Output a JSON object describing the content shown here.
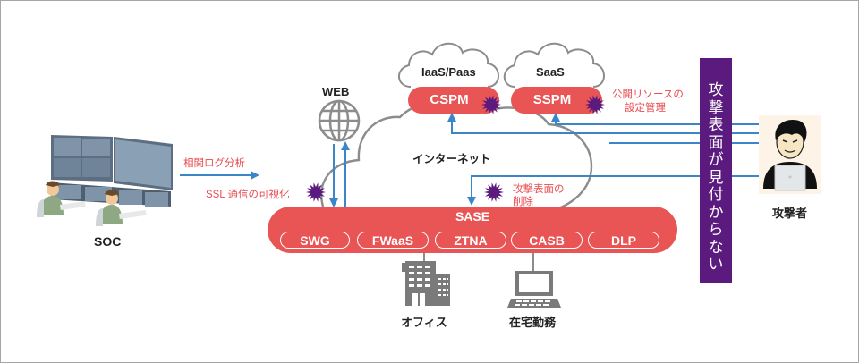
{
  "soc": {
    "label": "SOC"
  },
  "flows": {
    "correlation_log_analysis": "相関ログ分析",
    "ssl_visibility": "SSL 通信の可視化"
  },
  "web": {
    "label": "WEB"
  },
  "internet": {
    "label": "インターネット"
  },
  "clouds": [
    {
      "name": "IaaS/Paas",
      "service": "CSPM"
    },
    {
      "name": "SaaS",
      "service": "SSPM"
    }
  ],
  "annotations": {
    "public_resource_config": [
      "公開リソースの",
      "設定管理"
    ],
    "attack_surface_removal": [
      "攻撃表面の",
      "削除"
    ]
  },
  "sase": {
    "label": "SASE",
    "components": [
      "SWG",
      "FWaaS",
      "ZTNA",
      "CASB",
      "DLP"
    ]
  },
  "endpoints": {
    "office": "オフィス",
    "remote_work": "在宅勤務"
  },
  "barrier": {
    "label": [
      "攻",
      "撃",
      "表",
      "面",
      "が",
      "見",
      "付",
      "か",
      "ら",
      "な",
      "い"
    ]
  },
  "attacker": {
    "label": "攻撃者"
  },
  "colors": {
    "red_pill": "#e95455",
    "purple": "#5b1a7e",
    "blue_line": "#3a86c8",
    "gray_line": "#8c8c8c",
    "red_text": "#e84c52"
  }
}
